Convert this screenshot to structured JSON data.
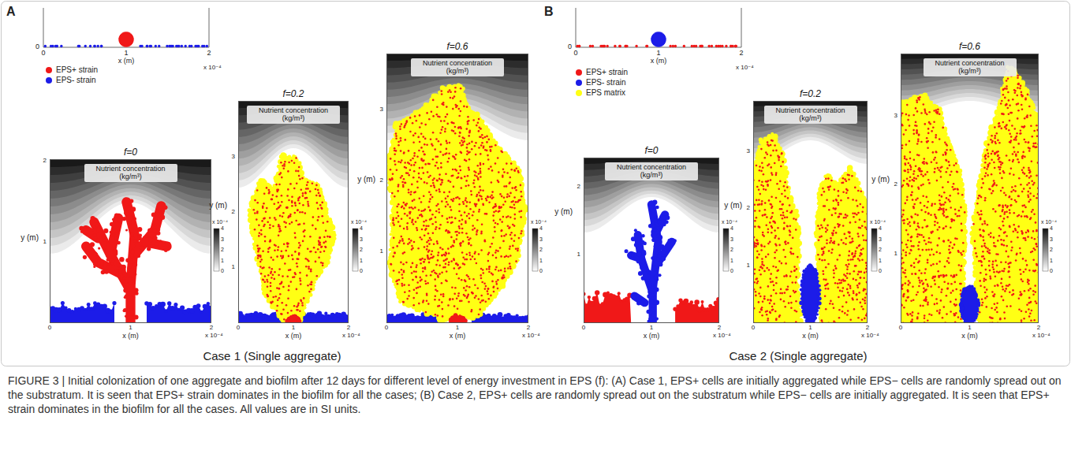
{
  "diagram": {
    "caption": "FIGURE 3 | Initial colonization of one aggregate and biofilm after 12 days for different level of energy investment in EPS (f): (A) Case 1, EPS+ cells are initially aggregated while EPS− cells are randomly spread out on the substratum. It is seen that EPS+ strain dominates in the biofilm for all the cases; (B) Case 2, EPS+ cells are randomly spread out on the substratum while EPS− cells are initially aggregated. It is seen that EPS+ strain dominates in the biofilm for all the cases. All values are in SI units.",
    "nodes": [
      {
        "text": [
          "f=0",
          "Nutrient concentration (kg/m³)"
        ]
      },
      {
        "text": [
          "f=0.2",
          "Nutrient concentration (kg/m³)"
        ]
      },
      {
        "text": [
          "f=0.6",
          "Nutrient concentration (kg/m³)"
        ]
      },
      {
        "text": [
          "f=0",
          "Nutrient concentration (kg/m³)"
        ]
      },
      {
        "text": [
          "f=0.2",
          "Nutrient concentration (kg/m³)"
        ]
      },
      {
        "text": [
          "f=0.6",
          "Nutrient concentration (kg/m³)"
        ]
      }
    ],
    "labels": [
      "A",
      "0",
      "0",
      "1",
      "2",
      "x (m)",
      "x 10⁻⁴",
      "y (m)",
      "1",
      "2",
      "0",
      "1",
      "2",
      "x (m)",
      "x 10⁻⁴",
      "x 10⁻⁴",
      "4",
      "3",
      "2",
      "1",
      "0",
      "y (m)",
      "1",
      "2",
      "3",
      "0",
      "1",
      "2",
      "x (m)",
      "x 10⁻⁴",
      "x 10⁻⁴",
      "4",
      "3",
      "2",
      "1",
      "0",
      "y (m)",
      "1",
      "2",
      "3",
      "0",
      "1",
      "2",
      "x (m)",
      "x 10⁻⁴",
      "x 10⁻⁴",
      "4",
      "3",
      "2",
      "1",
      "0",
      "Case 1 (Single aggregate)",
      "B",
      "0",
      "0",
      "1",
      "2",
      "x (m)",
      "x 10⁻⁴",
      "y (m)",
      "1",
      "2",
      "0",
      "1",
      "2",
      "x (m)",
      "x 10⁻⁴",
      "x 10⁻⁴",
      "4",
      "3",
      "2",
      "1",
      "0",
      "y (m)",
      "1",
      "2",
      "3",
      "0",
      "1",
      "2",
      "x (m)",
      "x 10⁻⁴",
      "x 10⁻⁴",
      "4",
      "3",
      "2",
      "1",
      "0",
      "y (m)",
      "1",
      "2",
      "3",
      "0",
      "1",
      "2",
      "x (m)",
      "x 10⁻⁴",
      "x 10⁻⁴",
      "4",
      "3",
      "2",
      "1",
      "0",
      "Case 2 (Single aggregate)"
    ],
    "legend": [
      {
        "text": "EPS+ strain",
        "color": "#f01818"
      },
      {
        "text": "EPS- strain",
        "color": "#1c1ce8"
      },
      {
        "text": "EPS+ strain",
        "color": "#f01818"
      },
      {
        "text": "EPS- strain",
        "color": "#1c1ce8"
      },
      {
        "text": "EPS matrix",
        "color": "#ffff14"
      }
    ]
  }
}
